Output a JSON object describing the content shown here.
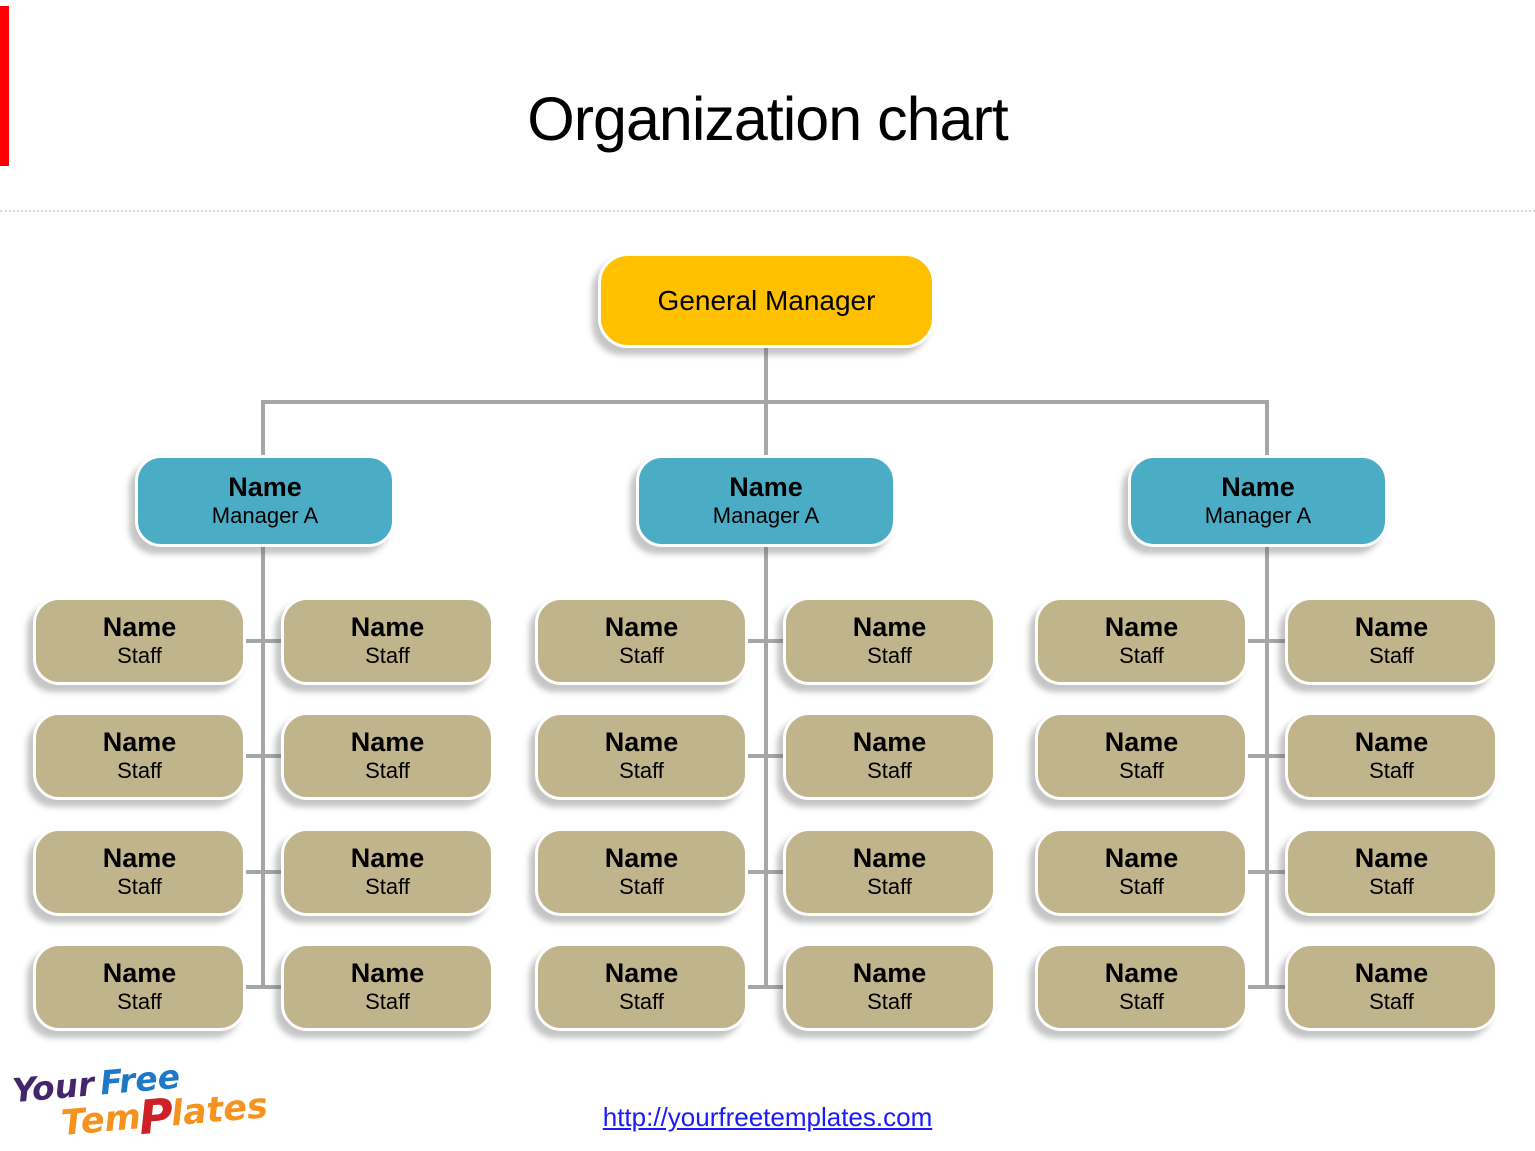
{
  "title": "Organization chart",
  "colors": {
    "accent_bar": "#FF0000",
    "root_box": "#FFC000",
    "manager_box": "#4BACC6",
    "staff_box": "#C0B48C",
    "connector": "#A6A6A6",
    "link": "#1A1AFF"
  },
  "org": {
    "root": {
      "title": "General Manager"
    },
    "groups": [
      {
        "manager": {
          "name": "Name",
          "role": "Manager A"
        },
        "staff": [
          {
            "name": "Name",
            "role": "Staff"
          },
          {
            "name": "Name",
            "role": "Staff"
          },
          {
            "name": "Name",
            "role": "Staff"
          },
          {
            "name": "Name",
            "role": "Staff"
          },
          {
            "name": "Name",
            "role": "Staff"
          },
          {
            "name": "Name",
            "role": "Staff"
          },
          {
            "name": "Name",
            "role": "Staff"
          },
          {
            "name": "Name",
            "role": "Staff"
          }
        ]
      },
      {
        "manager": {
          "name": "Name",
          "role": "Manager A"
        },
        "staff": [
          {
            "name": "Name",
            "role": "Staff"
          },
          {
            "name": "Name",
            "role": "Staff"
          },
          {
            "name": "Name",
            "role": "Staff"
          },
          {
            "name": "Name",
            "role": "Staff"
          },
          {
            "name": "Name",
            "role": "Staff"
          },
          {
            "name": "Name",
            "role": "Staff"
          },
          {
            "name": "Name",
            "role": "Staff"
          },
          {
            "name": "Name",
            "role": "Staff"
          }
        ]
      },
      {
        "manager": {
          "name": "Name",
          "role": "Manager A"
        },
        "staff": [
          {
            "name": "Name",
            "role": "Staff"
          },
          {
            "name": "Name",
            "role": "Staff"
          },
          {
            "name": "Name",
            "role": "Staff"
          },
          {
            "name": "Name",
            "role": "Staff"
          },
          {
            "name": "Name",
            "role": "Staff"
          },
          {
            "name": "Name",
            "role": "Staff"
          },
          {
            "name": "Name",
            "role": "Staff"
          },
          {
            "name": "Name",
            "role": "Staff"
          }
        ]
      }
    ]
  },
  "logo": {
    "your": "Your",
    "free": "Free",
    "tem": "Tem",
    "p": "P",
    "lates": "lates"
  },
  "footer": {
    "link": "http://yourfreetemplates.com"
  }
}
